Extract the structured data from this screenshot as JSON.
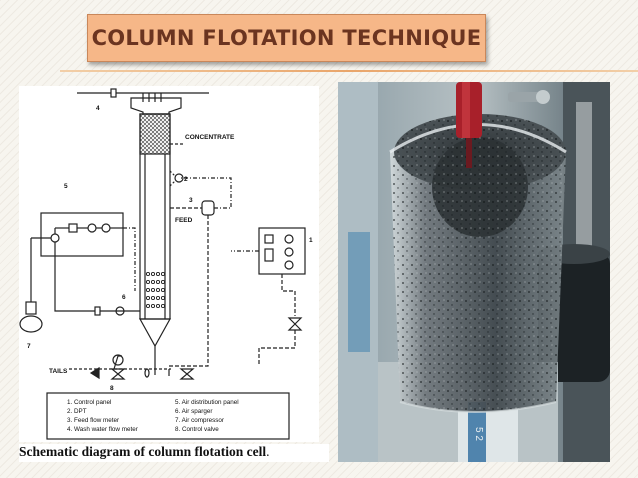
{
  "slide": {
    "title": "COLUMN FLOTATION TECHNIQUE",
    "caption_main": "Schematic diagram of column flotation cell",
    "caption_end": "."
  },
  "diagram": {
    "labels": {
      "concentrate": "CONCENTRATE",
      "feed": "FEED",
      "tails": "TAILS",
      "n1": "1",
      "n2": "2",
      "n3": "3",
      "n4": "4",
      "n5": "5",
      "n6": "6",
      "n7": "7",
      "n8": "8"
    },
    "legend": {
      "col1": [
        "1. Control panel",
        "2. DPT",
        "3. Feed flow meter",
        "4. Wash water flow meter"
      ],
      "col2": [
        "5. Air distribution panel",
        "6. Air sparger",
        "7. Air compressor",
        "8. Control valve"
      ]
    }
  },
  "colors": {
    "title_bg": "#f6b788",
    "title_text": "#6b3420",
    "rule": "#e9a56a"
  }
}
